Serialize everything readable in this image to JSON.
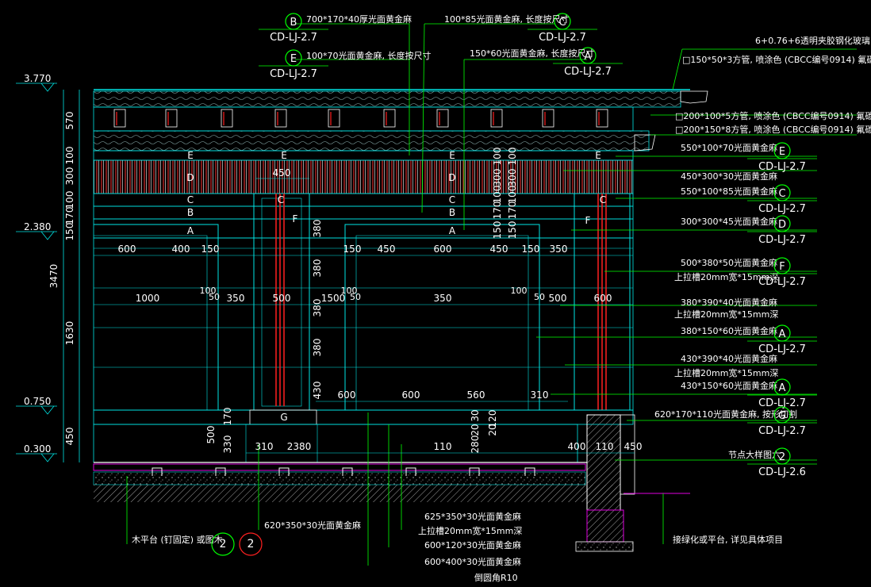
{
  "colors": {
    "background": "#000000",
    "cyan": "#00e5e5",
    "white": "#ffffff",
    "red": "#ff2020",
    "green": "#00ff00",
    "magenta": "#e000e0",
    "grey": "#a0a0a0",
    "yellow": "#f0f000"
  },
  "top_callouts": [
    {
      "circle": "B",
      "ref": "CD-LJ-2.7",
      "note": "700*170*40厚光面黄金麻"
    },
    {
      "circle": "E",
      "ref": "CD-LJ-2.7",
      "note": "100*70光面黄金麻, 长度按尺寸"
    },
    {
      "circle": "C",
      "ref": "CD-LJ-2.7",
      "note": "100*85光面黄金麻, 长度按尺寸"
    },
    {
      "circle": "A",
      "ref": "CD-LJ-2.7",
      "note": "150*60光面黄金麻, 长度按尺寸"
    }
  ],
  "right_notes": [
    "6+0.76+6透明夹胶钢化玻璃",
    "□150*50*3方管, 喷涂色 (CBCC编号0914) 氟碳漆",
    "□200*100*5方管, 喷涂色 (CBCC编号0914) 氟碳漆",
    "□200*150*8方管, 喷涂色 (CBCC编号0914) 氟碳漆",
    "550*100*70光面黄金麻",
    "450*300*30光面黄金麻",
    "550*100*85光面黄金麻",
    "300*300*45光面黄金麻",
    "500*380*50光面黄金麻",
    "上拉槽20mm宽*15mm深",
    "380*390*40光面黄金麻",
    "上拉槽20mm宽*15mm深",
    "380*150*60光面黄金麻",
    "430*390*40光面黄金麻",
    "上拉槽20mm宽*15mm深",
    "430*150*60光面黄金麻",
    "620*170*110光面黄金麻, 按形切割",
    "节点大样图六"
  ],
  "right_circles": [
    {
      "letter": "E",
      "ref": "CD-LJ-2.7"
    },
    {
      "letter": "C",
      "ref": "CD-LJ-2.7"
    },
    {
      "letter": "D",
      "ref": "CD-LJ-2.7"
    },
    {
      "letter": "F",
      "ref": "CD-LJ-2.7"
    },
    {
      "letter": "A",
      "ref": "CD-LJ-2.7"
    },
    {
      "letter": "A",
      "ref": "CD-LJ-2.7"
    },
    {
      "letter": "G",
      "ref": "CD-LJ-2.7"
    },
    {
      "letter": "2",
      "ref": "CD-LJ-2.6"
    }
  ],
  "bottom_notes": [
    "625*350*30光面黄金麻",
    "上拉槽20mm宽*15mm深",
    "600*120*30光面黄金麻",
    "600*400*30光面黄金麻",
    "倒圆角R10",
    "620*350*30光面黄金麻",
    "木平台 (钉固定) 或图木",
    "接绿化或平台, 详见具体项目"
  ],
  "levels": [
    "3.770",
    "2.380",
    "0.750",
    "0.300"
  ],
  "left_dims": [
    "570",
    "100",
    "300",
    "100",
    "170",
    "150",
    "3470",
    "1630",
    "450"
  ],
  "horizontal_dims": [
    "600",
    "400",
    "150",
    "150",
    "450",
    "600",
    "450",
    "150",
    "350",
    "1000",
    "350",
    "500",
    "1500",
    "350",
    "500",
    "600",
    "600",
    "600",
    "560",
    "310",
    "310",
    "2380",
    "110",
    "400",
    "110",
    "450"
  ],
  "vertical_dims": [
    "380",
    "380",
    "380",
    "380",
    "430",
    "500",
    "330",
    "170",
    "100",
    "300",
    "100",
    "170",
    "150",
    "100",
    "300",
    "100",
    "170",
    "150",
    "280",
    "20",
    "30",
    "20",
    "120"
  ],
  "small_dims": [
    "100",
    "50",
    "100",
    "50",
    "100",
    "50"
  ],
  "element_letters": [
    "E",
    "D",
    "C",
    "B",
    "A",
    "E",
    "C",
    "F",
    "E",
    "D",
    "C",
    "B",
    "A",
    "E",
    "C",
    "F",
    "G"
  ],
  "bottom_symbols": [
    "2",
    "2"
  ]
}
